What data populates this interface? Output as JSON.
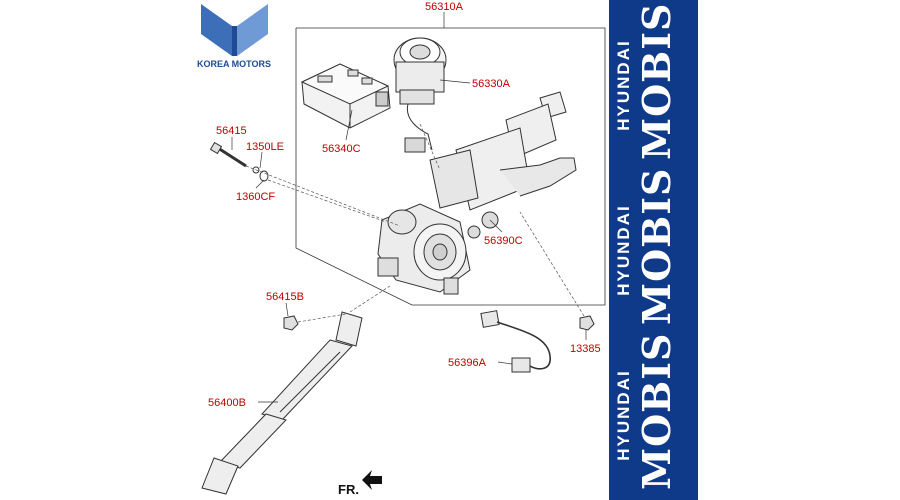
{
  "logo": {
    "text": "KOREA MOTORS"
  },
  "watermark": {
    "line1": "HYUNDAI",
    "line2": "MOBIS",
    "color": "#0f3a8a",
    "accent": "#d4001f"
  },
  "parts": {
    "p56310A": "56310A",
    "p56330A": "56330A",
    "p56340C": "56340C",
    "p56415": "56415",
    "p1350LE": "1350LE",
    "p1360CF": "1360CF",
    "p56390C": "56390C",
    "p56415B": "56415B",
    "p56396A": "56396A",
    "p13385": "13385",
    "p56400B": "56400B"
  },
  "direction": {
    "label": "FR."
  },
  "colors": {
    "callout": "#c00000",
    "line": "#333333"
  }
}
